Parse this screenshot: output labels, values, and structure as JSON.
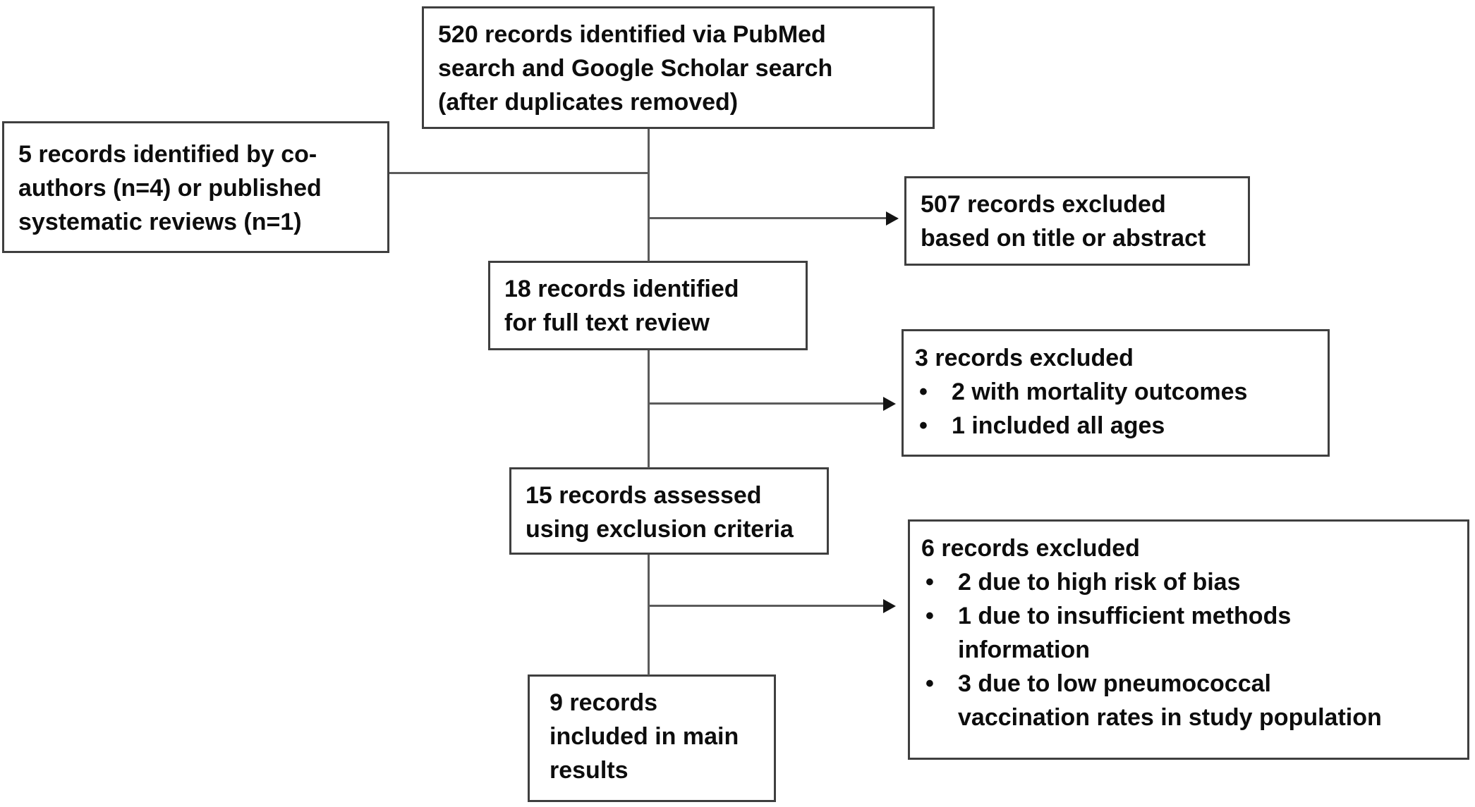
{
  "diagram": {
    "bullet_char": "•",
    "nodes": {
      "identified": {
        "text": "520 records identified via PubMed\nsearch and Google Scholar search\n(after duplicates removed)"
      },
      "coauthors": {
        "text": "5 records identified by co-\nauthors (n=4) or published\nsystematic reviews (n=1)"
      },
      "excluded_title_abstract": {
        "text": "507 records excluded\nbased on title or abstract"
      },
      "full_text_review": {
        "text": "18 records identified\nfor full text review"
      },
      "excluded_full_text": {
        "title": "3 records excluded",
        "bullets": [
          "2 with mortality outcomes",
          "1 included all ages"
        ]
      },
      "assessed_exclusion": {
        "text": "15 records assessed\nusing exclusion criteria"
      },
      "excluded_criteria": {
        "title": "6 records excluded",
        "bullets": [
          "2 due to high risk of bias",
          "1 due to insufficient methods\ninformation",
          "3 due to low pneumococcal\nvaccination rates in study population"
        ]
      },
      "included_main": {
        "text": "9 records\nincluded in main\nresults"
      }
    },
    "edges": [
      {
        "from": "identified",
        "to": "full_text_review",
        "arrow": false
      },
      {
        "from": "coauthors",
        "to": "identified-full_text_review-line",
        "arrow": false
      },
      {
        "from": "identified-full_text_review-line",
        "to": "excluded_title_abstract",
        "arrow": true
      },
      {
        "from": "full_text_review",
        "to": "assessed_exclusion",
        "arrow": false
      },
      {
        "from": "full_text_review-assessed_exclusion-line",
        "to": "excluded_full_text",
        "arrow": true
      },
      {
        "from": "assessed_exclusion",
        "to": "included_main",
        "arrow": false
      },
      {
        "from": "assessed_exclusion-included_main-line",
        "to": "excluded_criteria",
        "arrow": true
      }
    ]
  }
}
